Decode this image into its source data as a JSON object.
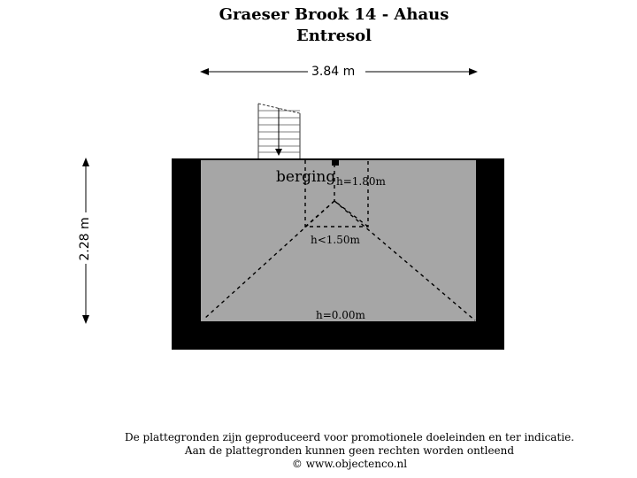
{
  "title": {
    "line1": "Graeser Brook 14 - Ahaus",
    "line2": "Entresol"
  },
  "dimensions": {
    "width": "3.84 m",
    "height": "2.28 m"
  },
  "room": {
    "name": "berging",
    "height_ridge": "h=1.80m",
    "height_mid": "h<1.50m",
    "height_eave": "h=0.00m"
  },
  "footer": {
    "line1": "De plattegronden zijn geproduceerd voor promotionele doeleinden en ter indicatie.",
    "line2": "Aan de plattegronden kunnen geen rechten worden ontleend",
    "line3": "© www.objectenco.nl"
  },
  "colors": {
    "wall": "#000000",
    "floor": "#a6a6a6",
    "background": "#ffffff"
  }
}
